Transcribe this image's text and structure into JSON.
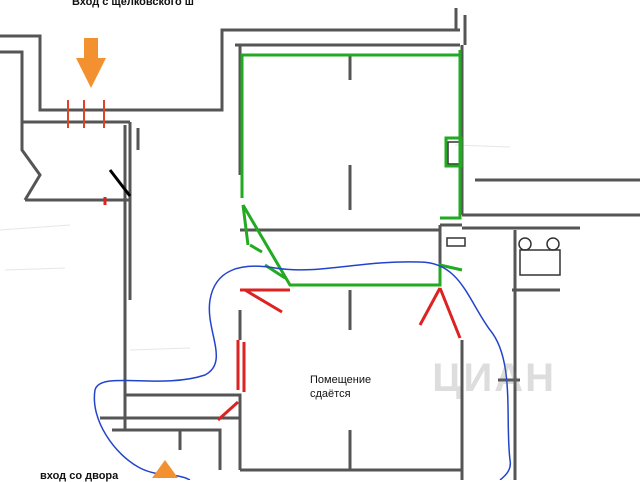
{
  "labels": {
    "entrance_street": "Вход с щелковского ш",
    "entrance_yard": "вход со двора",
    "rent_notice_line1": "Помещение",
    "rent_notice_line2": "сдаётся",
    "watermark": "ЦИАН"
  },
  "colors": {
    "walls": "#555555",
    "green_route": "#22aa22",
    "red_marks": "#dd2222",
    "blue_outline": "#2244cc",
    "arrow": "#f39130"
  },
  "icons": {
    "entrance_arrow_top": "arrow-down-icon",
    "entrance_arrow_bottom": "arrow-up-icon"
  }
}
